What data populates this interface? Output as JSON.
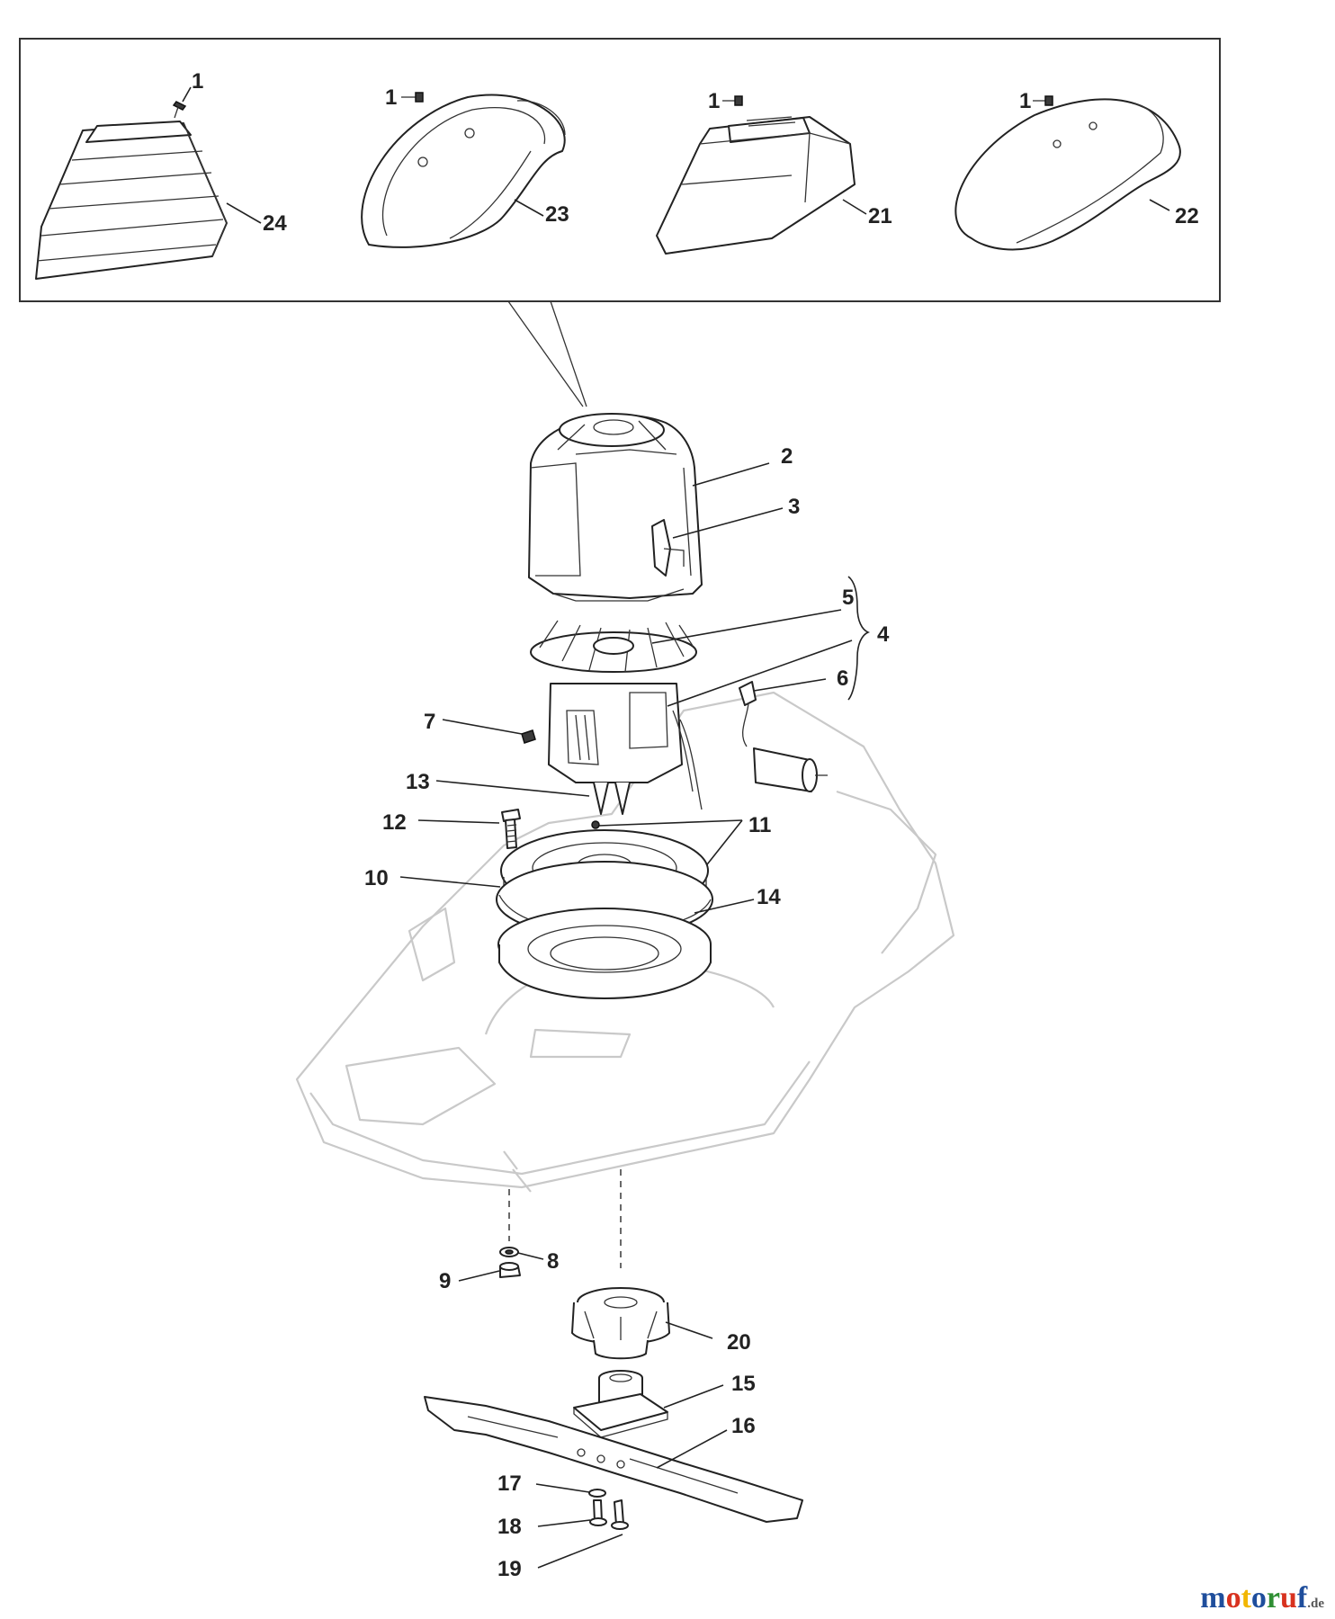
{
  "labels": {
    "l1a": "1",
    "l1b": "1",
    "l1c": "1",
    "l1d": "1",
    "l2": "2",
    "l3": "3",
    "l4": "4",
    "l5": "5",
    "l6": "6",
    "l7": "7",
    "l8": "8",
    "l9": "9",
    "l10": "10",
    "l11": "11",
    "l12": "12",
    "l13": "13",
    "l14": "14",
    "l15": "15",
    "l16": "16",
    "l17": "17",
    "l18": "18",
    "l19": "19",
    "l20": "20",
    "l21": "21",
    "l22": "22",
    "l23": "23",
    "l24": "24"
  },
  "watermark": {
    "letters": [
      "m",
      "o",
      "t",
      "o",
      "r",
      "u",
      "f"
    ],
    "tld": ".de"
  }
}
